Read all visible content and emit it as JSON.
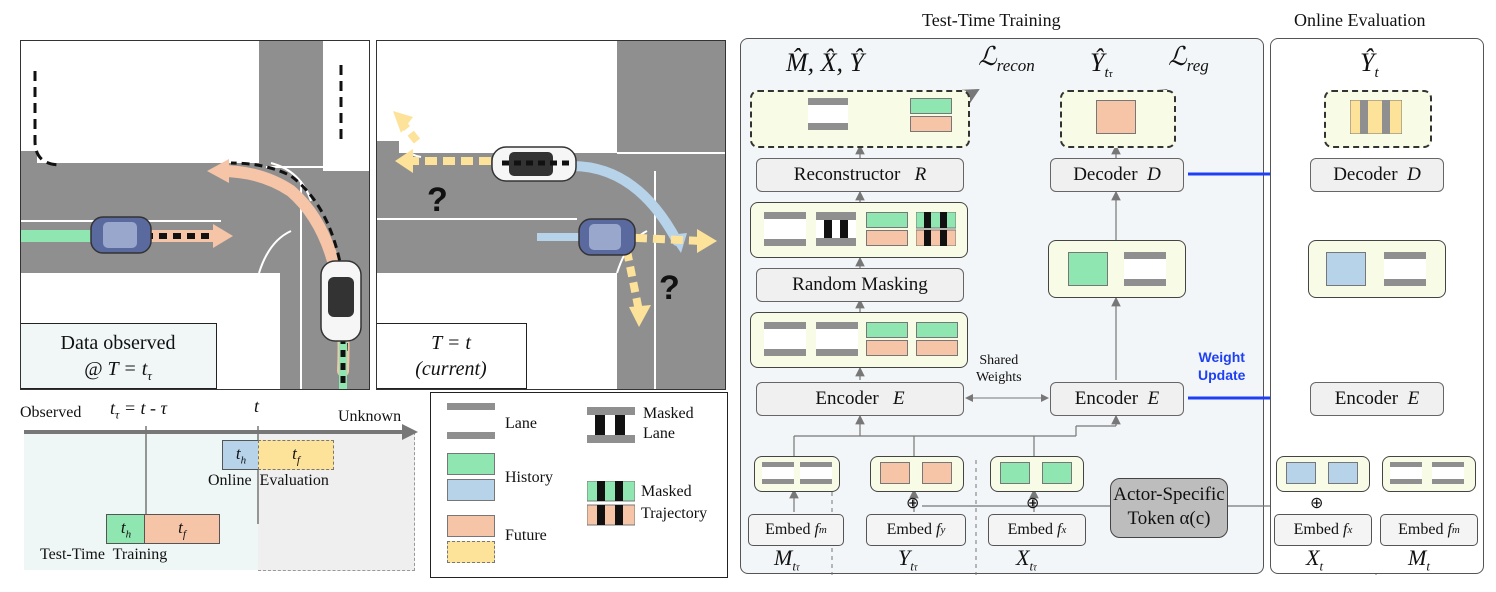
{
  "scene": {
    "observed_label_line1": "Data observed",
    "observed_label_line2": "@ T = t",
    "observed_label_sub": "τ",
    "current_label_line1": "T = t",
    "current_label_line2": "(current)",
    "question_mark": "?"
  },
  "timeline": {
    "observed": "Observed",
    "unknown": "Unknown",
    "t_tau": "t",
    "t_tau_sub": "τ",
    "t_tau_eq": "= t - τ",
    "t_now": "t",
    "th": "t",
    "th_sub": "h",
    "tf": "t",
    "tf_sub": "f",
    "online_eval": "Online  Evaluation",
    "ttt": "Test-Time  Training"
  },
  "legend": {
    "lane": "Lane",
    "history": "History",
    "future": "Future",
    "masked_lane_1": "Masked",
    "masked_lane_2": "Lane",
    "masked_traj_1": "Masked",
    "masked_traj_2": "Trajectory"
  },
  "ttt": {
    "title": "Test-Time Training",
    "recon_out": "M̂, X̂, Ŷ",
    "loss_recon": "ℒ",
    "loss_recon_sub": "recon",
    "loss_reg": "ℒ",
    "loss_reg_sub": "reg",
    "y_hat": "Ŷ",
    "reconstructor": "Reconstructor",
    "reconstructor_sym": "R",
    "random_masking": "Random Masking",
    "encoder": "Encoder",
    "encoder_sym": "E",
    "decoder": "Decoder",
    "decoder_sym": "D",
    "shared_weights_1": "Shared",
    "shared_weights_2": "Weights",
    "embed": "Embed",
    "fm": "f",
    "fm_sub": "m",
    "fy": "f",
    "fy_sub": "y",
    "fx": "f",
    "fx_sub": "x",
    "M_in": "M",
    "Y_in": "Y",
    "X_in": "X",
    "in_sub": "t",
    "in_subsub": "τ",
    "actor_token_1": "Actor-Specific",
    "actor_token_2": "Token α(c)",
    "oplus": "⊕"
  },
  "weight_update": {
    "line1": "Weight",
    "line2": "Update"
  },
  "online": {
    "title": "Online Evaluation",
    "y_hat": "Ŷ",
    "y_sub": "t",
    "decoder": "Decoder",
    "decoder_sym": "D",
    "encoder": "Encoder",
    "encoder_sym": "E",
    "embed": "Embed",
    "fx": "f",
    "fx_sub": "x",
    "fm": "f",
    "fm_sub": "m",
    "X_in": "X",
    "M_in": "M",
    "in_sub": "t"
  },
  "colors": {
    "history": "#8fe6b0",
    "history_online": "#b7d3ea",
    "future": "#f6c4a7",
    "future_pred": "#fde29a",
    "lane_gray": "#8f8f8f",
    "token_fill": "#f8fbe6",
    "panel_fill": "#f2f6f8",
    "arrow_blue": "#1f3ff5",
    "weight_update_text": "#1f3ff5"
  }
}
